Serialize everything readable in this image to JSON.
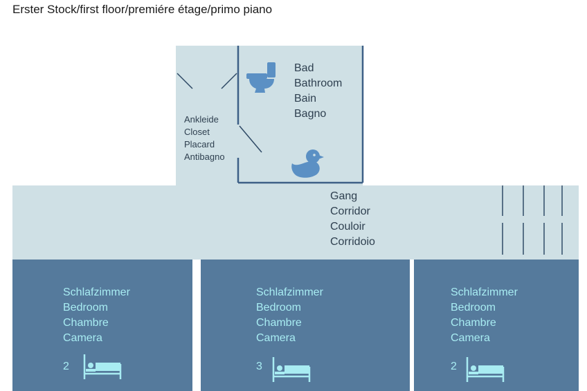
{
  "page": {
    "title": "Erster Stock/first floor/premiére étage/primo piano"
  },
  "colors": {
    "light_room": "#cfe0e5",
    "dark_room": "#557a9c",
    "wall": "#3d5f86",
    "icon_blue": "#5b90c4",
    "bed_text": "#a8ecf2"
  },
  "closet": {
    "labels": [
      "Ankleide",
      "Closet",
      "Placard",
      "Antibagno"
    ]
  },
  "bathroom": {
    "labels": [
      "Bad",
      "Bathroom",
      "Bain",
      "Bagno"
    ],
    "icons": [
      "toilet-icon",
      "rubber-duck-icon"
    ]
  },
  "corridor": {
    "labels": [
      "Gang",
      "Corridor",
      "Couloir",
      "Corridoio"
    ]
  },
  "bedrooms": [
    {
      "labels": [
        "Schlafzimmer",
        "Bedroom",
        "Chambre",
        "Camera"
      ],
      "bed_count": "2",
      "icon": "bed-icon"
    },
    {
      "labels": [
        "Schlafzimmer",
        "Bedroom",
        "Chambre",
        "Camera"
      ],
      "bed_count": "3",
      "icon": "bed-icon"
    },
    {
      "labels": [
        "Schlafzimmer",
        "Bedroom",
        "Chambre",
        "Camera"
      ],
      "bed_count": "2",
      "icon": "bed-icon"
    }
  ]
}
